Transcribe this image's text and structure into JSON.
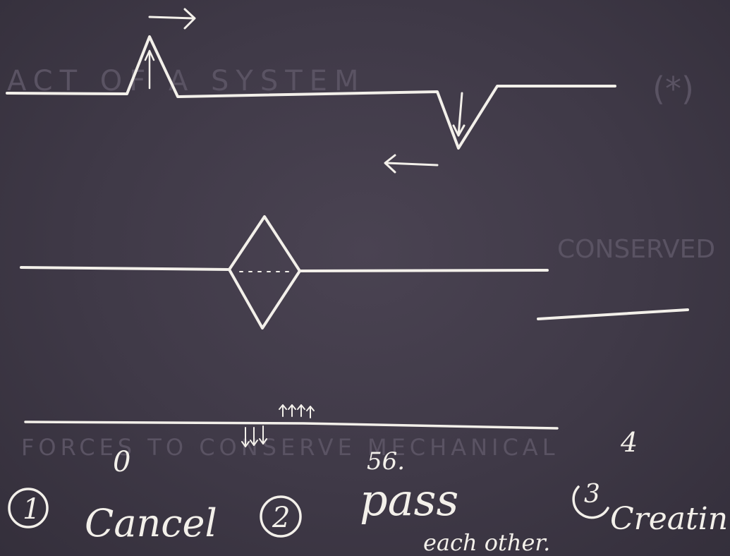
{
  "board": {
    "background_color": "#3f3947",
    "chalk_color": "#f3f0ea",
    "ghost_color": "#5a5363"
  },
  "ghost_text": {
    "line1": "ACT OF A SYSTEM",
    "line1_right": "(*)",
    "line2": "CONSERVED",
    "line3": "FORCES TO CONSERVE MECHANICAL"
  },
  "labels": {
    "zero": "0",
    "fifty_six": "56.",
    "four": "4"
  },
  "items": {
    "one_number": "1",
    "one_text": "Cancel",
    "two_number": "2",
    "two_text": "pass",
    "two_sub": "each other.",
    "three_number": "3",
    "three_text": "Creatin"
  }
}
